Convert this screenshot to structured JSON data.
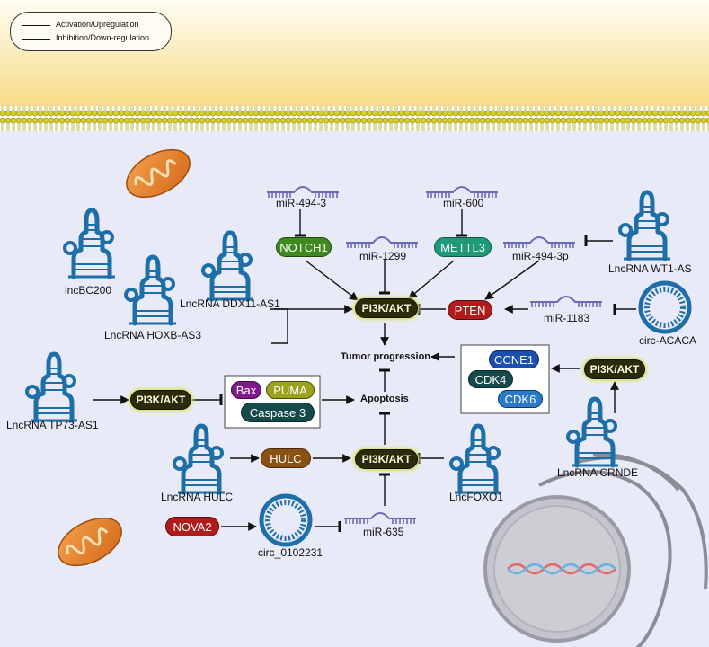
{
  "legend": {
    "activation": "Activation/Upregulation",
    "inhibition": "Inhibition/Down-regulation"
  },
  "labels": {
    "mir494_3": "miR-494-3",
    "mir600": "miR-600",
    "mir1299": "miR-1299",
    "mir494_3p": "miR-494-3p",
    "mir1183": "miR-1183",
    "mir635": "miR-635",
    "lncbc200": "lncBC200",
    "hoxb_as3": "LncRNA HOXB-AS3",
    "ddx11_as1": "LncRNA DDX11-AS1",
    "wt1_as": "LncRNA WT1-AS",
    "circ_acaca": "circ-ACACA",
    "tp73_as1": "LncRNA TP73-AS1",
    "lnc_hulc": "LncRNA HULC",
    "lncfoxo1": "LncFOXO1",
    "crnde": "LncRNA CRNDE",
    "circ_0102231": "circ_0102231",
    "tumor_progression": "Tumor progression",
    "apoptosis": "Apoptosis"
  },
  "pills": {
    "notch1": "NOTCH1",
    "mettl3": "METTL3",
    "pi3k_akt": "PI3K/AKT",
    "pten": "PTEN",
    "hulc": "HULC",
    "nova2": "NOVA2",
    "bax": "Bax",
    "puma": "PUMA",
    "caspase3": "Caspase 3",
    "ccne1": "CCNE1",
    "cdk4": "CDK4",
    "cdk6": "CDK6"
  },
  "colors": {
    "rna": "#1e6fa8",
    "notch1": "#3f8a1e",
    "mettl3": "#1e9a78",
    "pten": "#b01c1c",
    "hulc": "#8a5212",
    "nova2": "#b01c1c",
    "bax": "#7e1a8a",
    "puma": "#9aa21e",
    "caspase3": "#16494a",
    "ccne1": "#1a4fb0",
    "cdk4": "#16494a",
    "cdk6": "#2a7ac8"
  }
}
